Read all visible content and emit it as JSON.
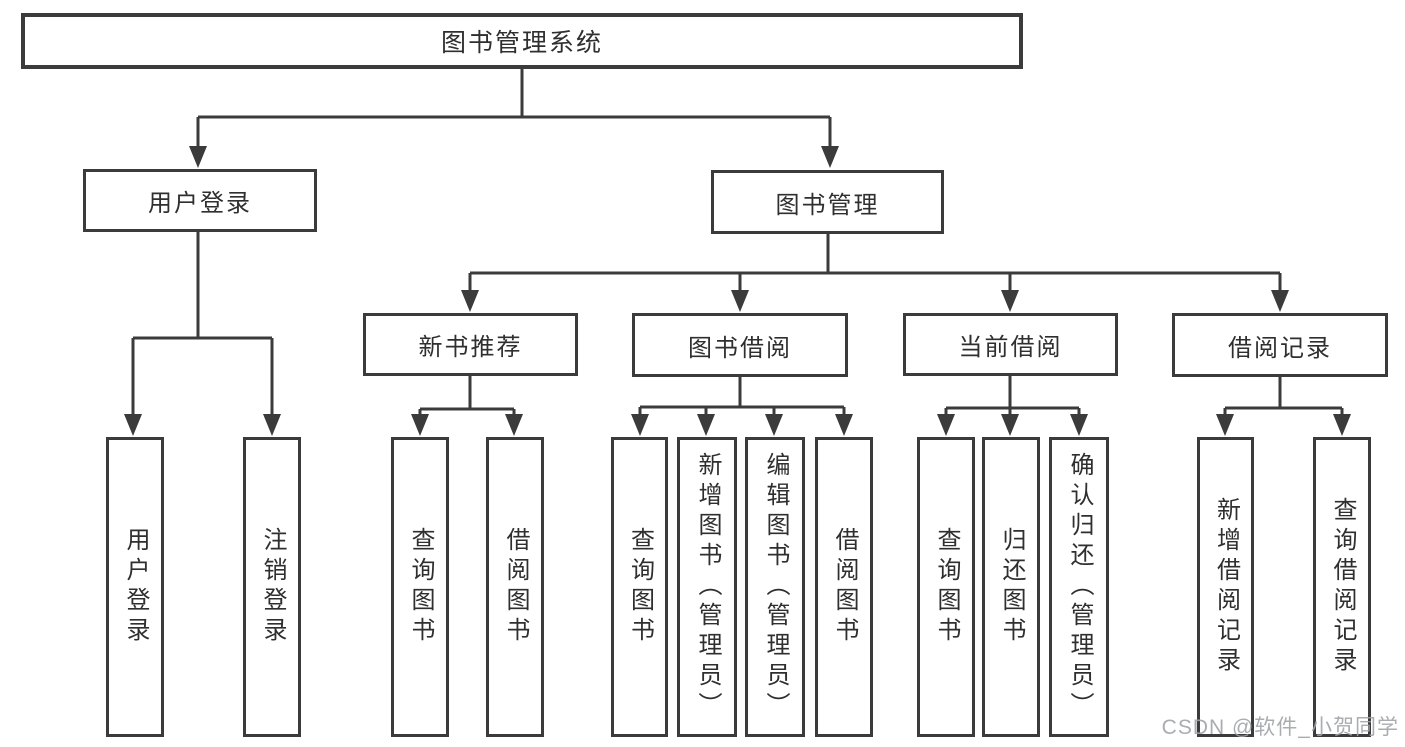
{
  "diagram": {
    "tree": {
      "root": {
        "label": "图书管理系统"
      },
      "children": [
        {
          "label": "用户登录",
          "children": [
            {
              "label": "用户登录"
            },
            {
              "label": "注销登录"
            }
          ]
        },
        {
          "label": "图书管理",
          "children": [
            {
              "label": "新书推荐",
              "children": [
                {
                  "label": "查询图书"
                },
                {
                  "label": "借阅图书"
                }
              ]
            },
            {
              "label": "图书借阅",
              "children": [
                {
                  "label": "查询图书"
                },
                {
                  "label": "新增图书（管理员）"
                },
                {
                  "label": "编辑图书（管理员）"
                },
                {
                  "label": "借阅图书"
                }
              ]
            },
            {
              "label": "当前借阅",
              "children": [
                {
                  "label": "查询图书"
                },
                {
                  "label": "归还图书"
                },
                {
                  "label": "确认归还（管理员）"
                }
              ]
            },
            {
              "label": "借阅记录",
              "children": [
                {
                  "label": "新增借阅记录"
                },
                {
                  "label": "查询借阅记录"
                }
              ]
            }
          ]
        }
      ]
    },
    "watermark": "CSDN @软件_小贺同学",
    "colors": {
      "background": "#ffffff",
      "line": "#3b3b3b",
      "box_border": "#3b3b3b",
      "box_fill": "#ffffff",
      "text": "#2f2f2f",
      "watermark": "#a0a3a8"
    }
  }
}
